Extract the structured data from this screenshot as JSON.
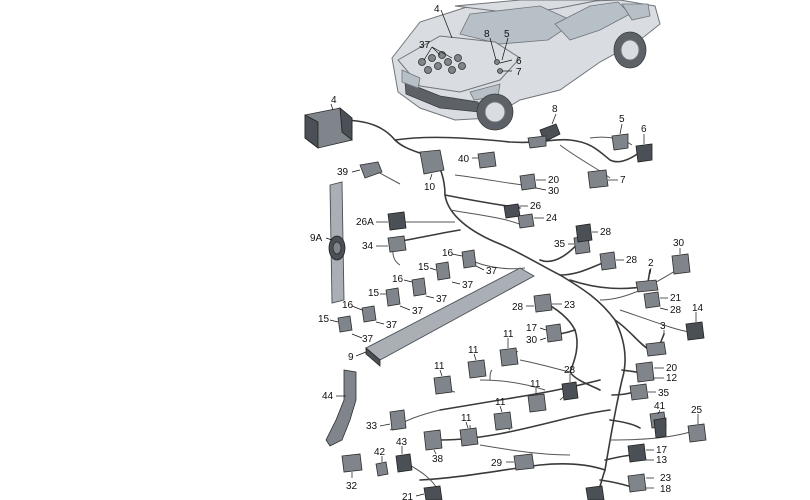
{
  "labels": {
    "car_4": "4",
    "car_37": "37",
    "car_8": "8",
    "car_5": "5",
    "car_6": "6",
    "car_7": "7",
    "p4": "4",
    "p8": "8",
    "p5": "5",
    "p6": "6",
    "p7": "7",
    "p39": "39",
    "p10": "10",
    "p40": "40",
    "p20a": "20",
    "p30a": "30",
    "p26": "26",
    "p24": "24",
    "p26A": "26A",
    "p34": "34",
    "p9A": "9A",
    "p35a": "35",
    "p28a": "28",
    "p28b": "28",
    "p30b": "30",
    "p2": "2",
    "p16a": "16",
    "p15a": "15",
    "p37a": "37",
    "p16b": "16",
    "p37b": "37",
    "p15b": "15",
    "p37c": "37",
    "p16c": "16",
    "p37d": "37",
    "p15c": "15",
    "p37e": "37",
    "p28c": "28",
    "p23a": "23",
    "p17a": "17",
    "p30c": "30",
    "p21": "21",
    "p28d": "28",
    "p14": "14",
    "p3": "3",
    "p20b": "20",
    "p12": "12",
    "p9": "9",
    "p11a": "11",
    "p11b": "11",
    "p11c": "11",
    "p11d": "11",
    "p11e": "11",
    "p11f": "11",
    "p28e": "28",
    "p35b": "35",
    "p41": "41",
    "p25": "25",
    "p44": "44",
    "p33": "33",
    "p43": "43",
    "p38": "38",
    "p42": "42",
    "p32": "32",
    "p29": "29",
    "p17b": "17",
    "p13": "13",
    "p23b": "23",
    "p18": "18",
    "p21b": "21"
  },
  "colors": {
    "line": "#111111",
    "connector": "#7f858b",
    "connector_dark": "#4b5056",
    "car": "#d9dde1"
  }
}
